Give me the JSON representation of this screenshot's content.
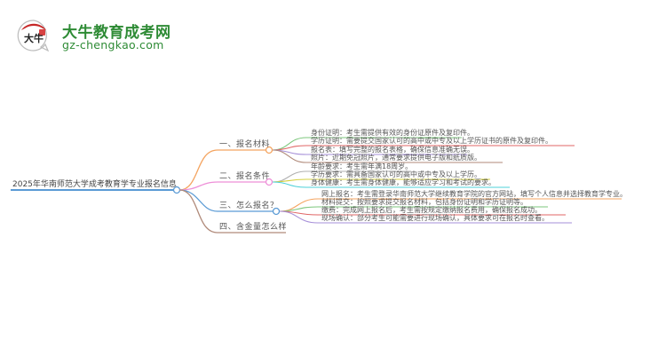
{
  "logo": {
    "title": "大牛教育成考网",
    "url": "gz-chengkao.com",
    "badge_text": "大牛"
  },
  "root": {
    "label": "2025年华南师范大学成考教育学专业报名信息",
    "color": "#5b9bd5"
  },
  "branches": [
    {
      "label": "一、报名材料",
      "color": "#f4a460",
      "leaves": [
        {
          "label": "身份证明：考生需提供有效的身份证原件及复印件。",
          "color": "#7cc77c"
        },
        {
          "label": "学历证明：需要提交国家认可的高中或中专及以上学历证书的原件及复印件。",
          "color": "#e06666"
        },
        {
          "label": "报名表：填写完整的报名表格，确保信息准确无误。",
          "color": "#a68fd8"
        },
        {
          "label": "照片：近期免冠照片，通常要求提供电子版和纸质版。",
          "color": "#b08a7a"
        }
      ]
    },
    {
      "label": "二、报名条件",
      "color": "#ee8fd8",
      "leaves": [
        {
          "label": "年龄要求：考生需年满18周岁。",
          "color": "#b0b0b0"
        },
        {
          "label": "学历要求：需具备国家认可的高中或中专及以上学历。",
          "color": "#d4d040"
        },
        {
          "label": "身体健康：考生需身体健康，能够适应学习和考试的要求。",
          "color": "#4dd0d8"
        }
      ]
    },
    {
      "label": "三、怎么报名？",
      "color": "#5b9bd5",
      "leaves": [
        {
          "label": "网上报名：考生需登录华南师范大学继续教育学院的官方网站，填写个人信息并选择教育学专业。",
          "color": "#f4a460"
        },
        {
          "label": "材料提交：按照要求提交报名材料，包括身份证明和学历证明等。",
          "color": "#7cc77c"
        },
        {
          "label": "缴费：完成网上报名后，考生需按规定缴纳报名费用，确保报名成功。",
          "color": "#e06666"
        },
        {
          "label": "现场确认：部分考生可能需要进行现场确认，具体要求可在报名时查看。",
          "color": "#a68fd8"
        }
      ]
    },
    {
      "label": "四、含金量怎么样",
      "color": "#b08a7a",
      "leaves": []
    }
  ]
}
